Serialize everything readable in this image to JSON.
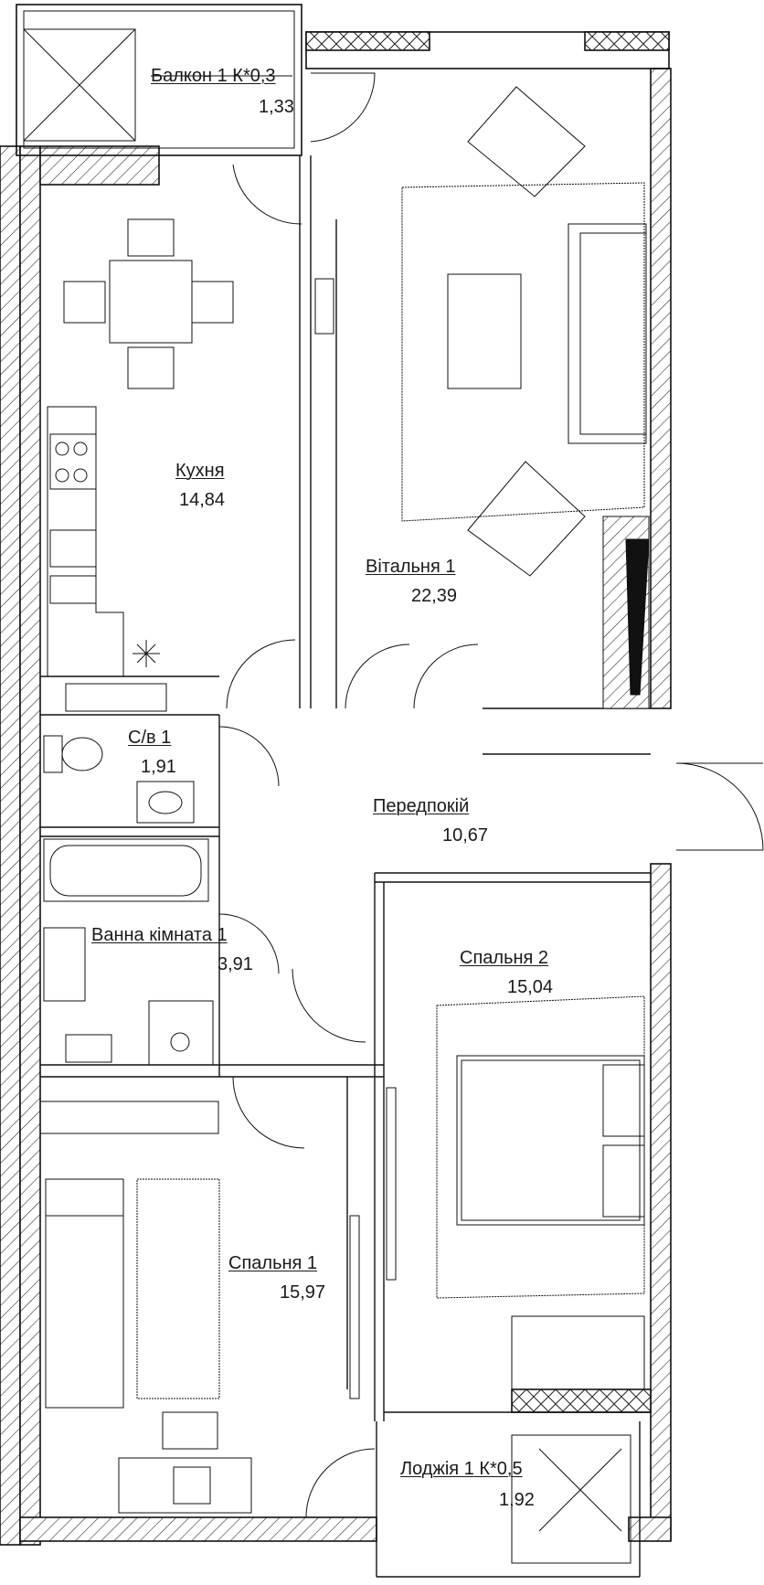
{
  "rooms": {
    "balcony": {
      "name": "Балкон 1 К*0,3",
      "area": "1,33"
    },
    "kitchen": {
      "name": "Кухня",
      "area": "14,84"
    },
    "living": {
      "name": "Вітальня 1",
      "area": "22,39"
    },
    "wc": {
      "name": "С/в 1",
      "area": "1,91"
    },
    "hall": {
      "name": "Передпокій",
      "area": "10,67"
    },
    "bathroom": {
      "name": "Ванна кімната 1",
      "area": "3,91"
    },
    "bedroom2": {
      "name": "Спальня 2",
      "area": "15,04"
    },
    "bedroom1": {
      "name": "Спальня 1",
      "area": "15,97"
    },
    "loggia": {
      "name": "Лоджія 1 К*0,5",
      "area": "1,92"
    }
  }
}
